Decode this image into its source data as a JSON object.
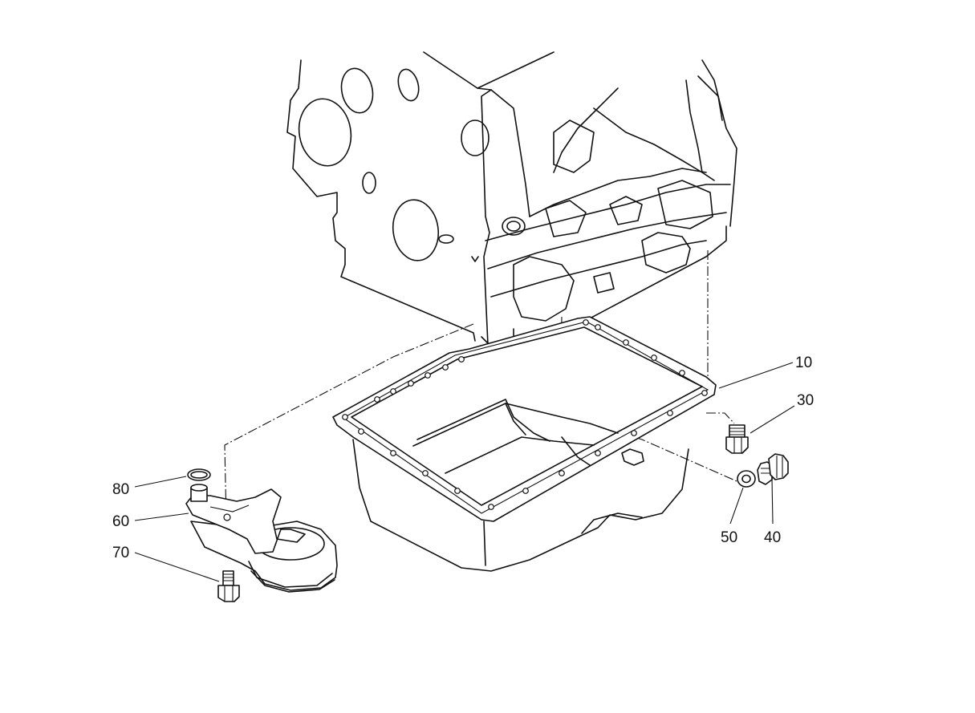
{
  "callouts": [
    {
      "id": "10",
      "label": "10"
    },
    {
      "id": "30",
      "label": "30"
    },
    {
      "id": "40",
      "label": "40"
    },
    {
      "id": "50",
      "label": "50"
    },
    {
      "id": "60",
      "label": "60"
    },
    {
      "id": "70",
      "label": "70"
    },
    {
      "id": "80",
      "label": "80"
    }
  ]
}
